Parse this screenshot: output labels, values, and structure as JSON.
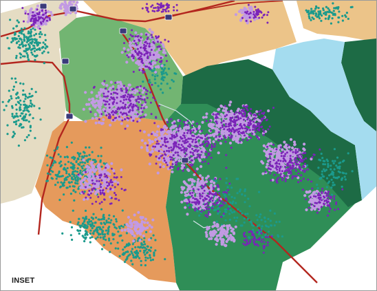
{
  "map": {
    "inset_label": "INSET",
    "colors": {
      "paper": "#ffffff",
      "tan_region": "#e5dcc3",
      "light_orange_region": "#ecc489",
      "orange_region": "#e59a5c",
      "light_green_region": "#72b572",
      "mid_green_region": "#2f8e57",
      "dark_green_region": "#1d6b45",
      "water": "#a4dcef",
      "highway": "#b3261e",
      "minor_road": "#d8e6ee",
      "point_lavender": "#c29ae3",
      "point_purple": "#7b23b8",
      "point_teal": "#1b9a8c",
      "shield": "#3a3a7a"
    },
    "highway_shields": [
      "interstate-shield",
      "interstate-shield",
      "interstate-shield",
      "interstate-shield",
      "interstate-shield",
      "interstate-shield",
      "interstate-shield"
    ],
    "layers": [
      "regions",
      "water",
      "roads",
      "teal-points",
      "lavender-points",
      "purple-points",
      "highway-shields"
    ]
  }
}
